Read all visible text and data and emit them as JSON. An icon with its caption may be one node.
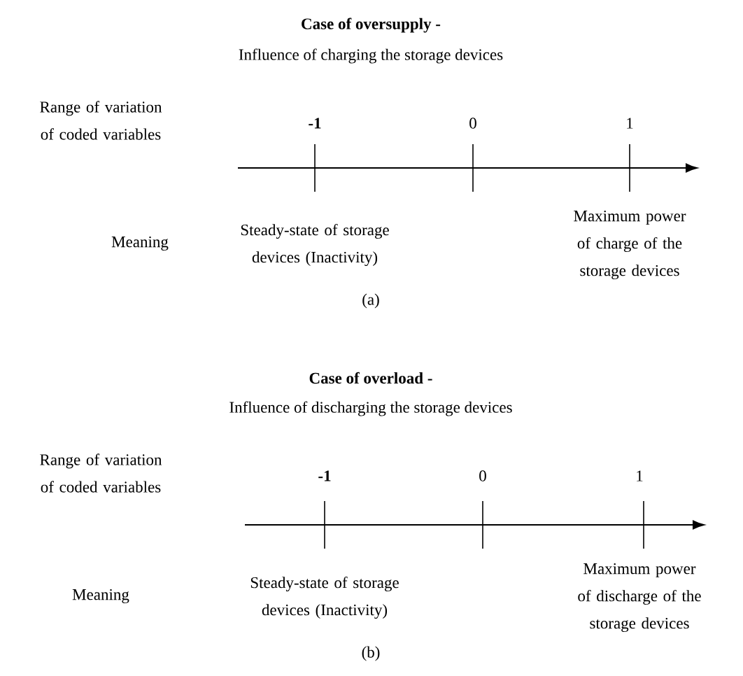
{
  "diagram": {
    "labels": [
      "Case of oversupply -",
      "Influence of charging the storage devices",
      "Range of variation of coded variables",
      "-1",
      "0",
      "1",
      "Meaning",
      "Steady-state of storage devices (Inactivity)",
      "Maximum power of charge of the storage devices",
      "(a)",
      "Case of overload -",
      "Influence of discharging the storage devices",
      "Range of variation of coded variables",
      "-1",
      "0",
      "1",
      "Meaning",
      "Steady-state of storage devices (Inactivity)",
      "Maximum power of discharge of the storage devices",
      "(b)"
    ]
  }
}
